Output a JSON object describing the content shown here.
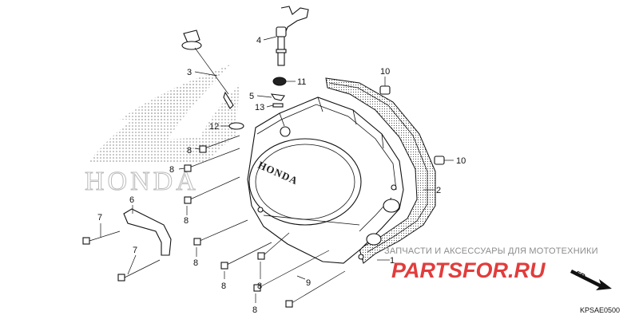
{
  "diagram": {
    "background_logo": {
      "text": "HONDA"
    },
    "cover_emblem": {
      "text": "HONDA"
    },
    "callouts": [
      {
        "id": "c1",
        "label": "1"
      },
      {
        "id": "c2",
        "label": "2"
      },
      {
        "id": "c3",
        "label": "3"
      },
      {
        "id": "c4",
        "label": "4"
      },
      {
        "id": "c5",
        "label": "5"
      },
      {
        "id": "c6",
        "label": "6"
      },
      {
        "id": "c7a",
        "label": "7"
      },
      {
        "id": "c7b",
        "label": "7"
      },
      {
        "id": "c8a",
        "label": "8"
      },
      {
        "id": "c8b",
        "label": "8"
      },
      {
        "id": "c8c",
        "label": "8"
      },
      {
        "id": "c8d",
        "label": "8"
      },
      {
        "id": "c8e",
        "label": "8"
      },
      {
        "id": "c8f",
        "label": "8"
      },
      {
        "id": "c8g",
        "label": "8"
      },
      {
        "id": "c9",
        "label": "9"
      },
      {
        "id": "c10a",
        "label": "10"
      },
      {
        "id": "c10b",
        "label": "10"
      },
      {
        "id": "c11",
        "label": "11"
      },
      {
        "id": "c12",
        "label": "12"
      },
      {
        "id": "c13",
        "label": "13"
      }
    ],
    "direction_marker": "FR.",
    "diagram_code": "KPSAE0500"
  },
  "watermark": {
    "line": "ЗАПЧАСТИ И АКСЕССУАРЫ ДЛЯ МОТОТЕХНИКИ",
    "brand": "PARTSFOR.RU"
  },
  "colors": {
    "watermark_text": "#8c8c8c",
    "watermark_brand": "#e23c3c",
    "linework": "#111111"
  }
}
